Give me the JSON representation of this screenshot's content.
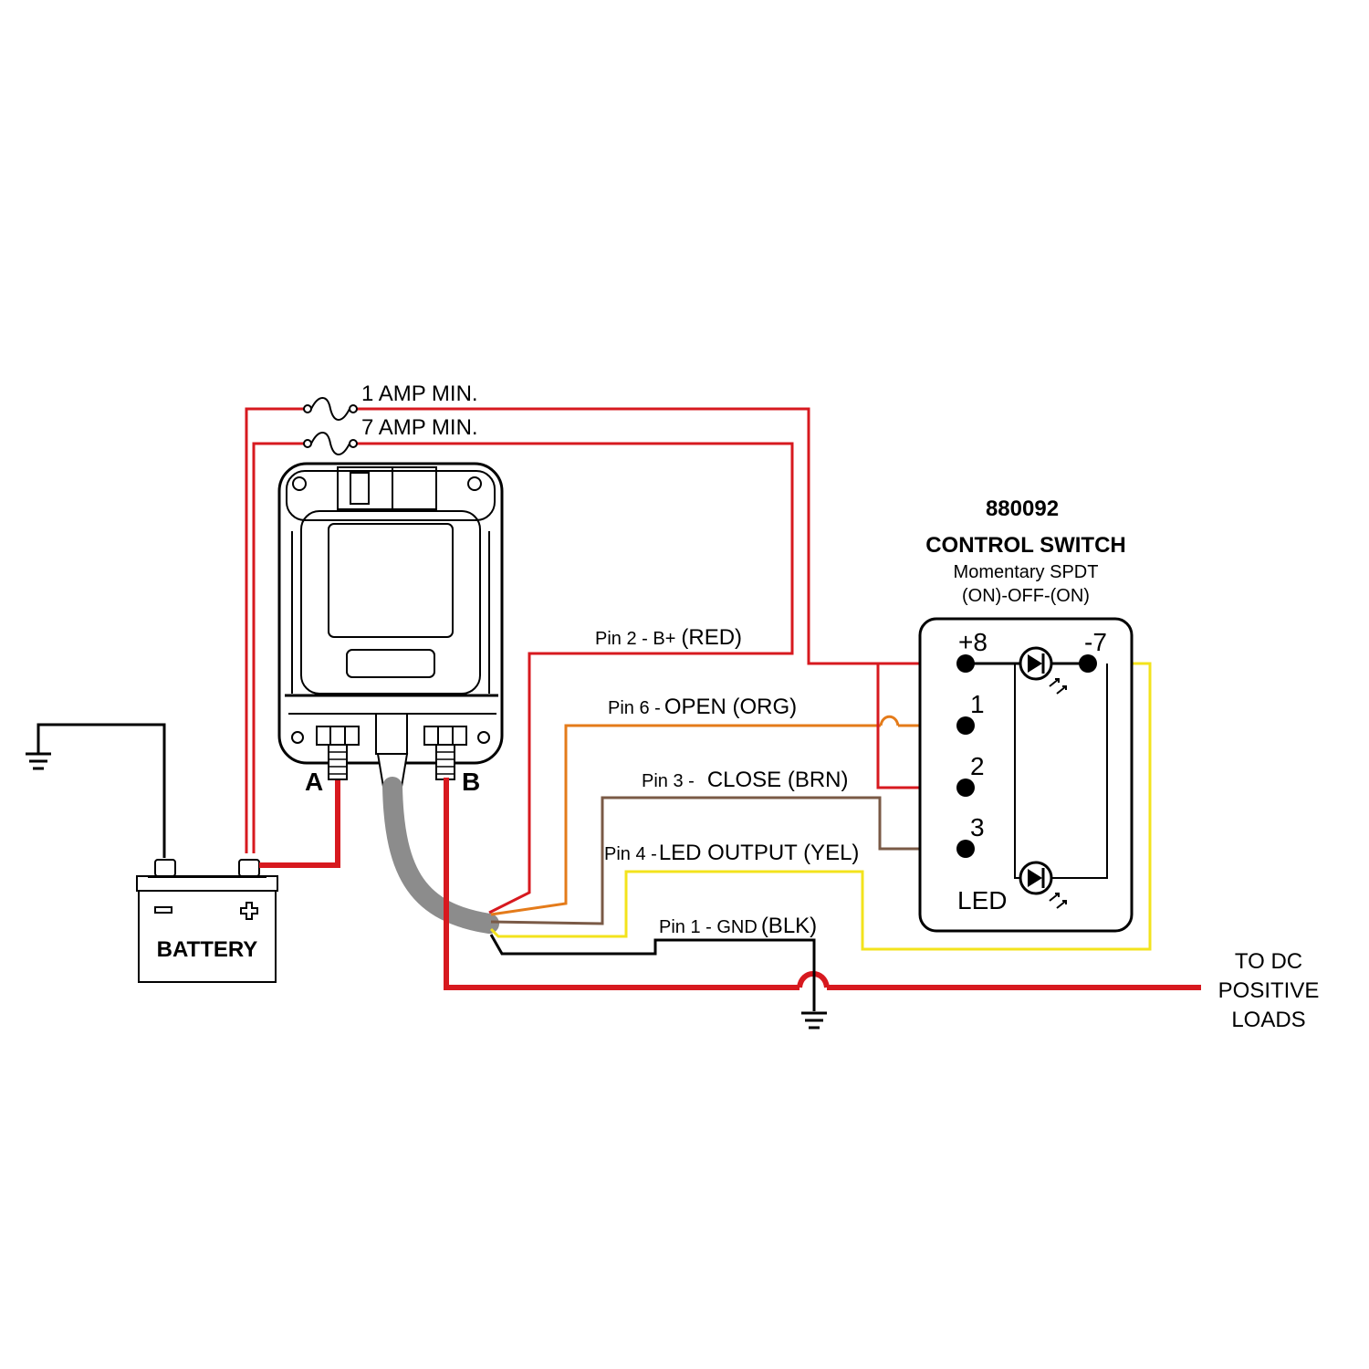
{
  "fuses": {
    "fuse1_label": "1 AMP MIN.",
    "fuse2_label": "7 AMP MIN."
  },
  "relay": {
    "terminal_a": "A",
    "terminal_b": "B"
  },
  "battery": {
    "label": "BATTERY"
  },
  "switch": {
    "part_number": "880092",
    "title": "CONTROL SWITCH",
    "type": "Momentary SPDT",
    "mode": "(ON)-OFF-(ON)",
    "pin_plus8": "+8",
    "pin_minus7": "-7",
    "pin_1": "1",
    "pin_2": "2",
    "pin_3": "3",
    "led_label": "LED"
  },
  "wires": {
    "pin2_prefix": "Pin 2 - B+",
    "pin2_suffix": "(RED)",
    "pin6_prefix": "Pin 6 -",
    "pin6_suffix": "OPEN (ORG)",
    "pin3_prefix": "Pin 3 -",
    "pin3_suffix": "CLOSE (BRN)",
    "pin4_prefix": "Pin 4 -",
    "pin4_suffix": "LED OUTPUT (YEL)",
    "pin1_prefix": "Pin 1 - GND",
    "pin1_suffix": "(BLK)"
  },
  "loads": {
    "line1": "TO DC",
    "line2": "POSITIVE",
    "line3": "LOADS"
  },
  "colors": {
    "red": "#d7191f",
    "orange": "#e47b1a",
    "brown": "#7a5a46",
    "yellow": "#f3e31c",
    "black": "#000000",
    "gray_cable": "#8c8c8c"
  }
}
